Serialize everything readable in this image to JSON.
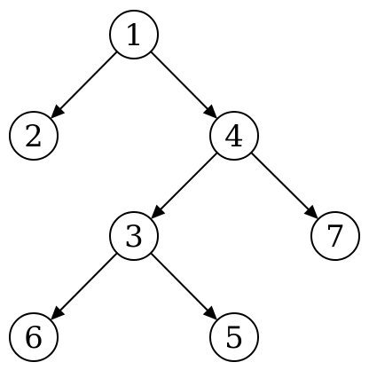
{
  "diagram": {
    "type": "binary-tree",
    "nodes": [
      {
        "id": "n1",
        "label": "1"
      },
      {
        "id": "n2",
        "label": "2"
      },
      {
        "id": "n4",
        "label": "4"
      },
      {
        "id": "n3",
        "label": "3"
      },
      {
        "id": "n7",
        "label": "7"
      },
      {
        "id": "n6",
        "label": "6"
      },
      {
        "id": "n5",
        "label": "5"
      }
    ],
    "edges": [
      {
        "from": "n1",
        "to": "n2"
      },
      {
        "from": "n1",
        "to": "n4"
      },
      {
        "from": "n4",
        "to": "n3"
      },
      {
        "from": "n4",
        "to": "n7"
      },
      {
        "from": "n3",
        "to": "n6"
      },
      {
        "from": "n3",
        "to": "n5"
      }
    ]
  }
}
